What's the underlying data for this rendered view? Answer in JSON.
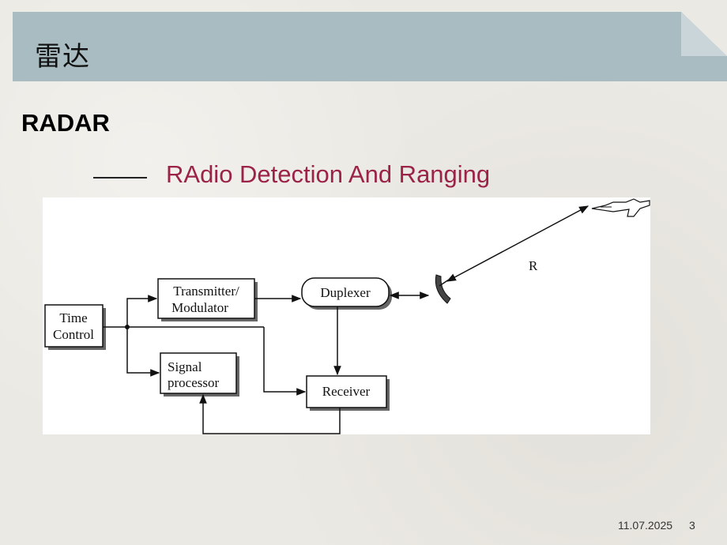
{
  "slide": {
    "title": "雷达",
    "heading": "RADAR",
    "subtitle": "RAdio Detection And Ranging",
    "footer_date": "11.07.2025",
    "footer_page": "3"
  },
  "diagram": {
    "blocks": {
      "time_control": [
        "Time",
        "Control"
      ],
      "transmitter": [
        "Transmitter/",
        "Modulator"
      ],
      "duplexer": "Duplexer",
      "signal_processor": [
        "Signal",
        "processor"
      ],
      "receiver": "Receiver"
    },
    "range_label": "R"
  },
  "colors": {
    "title_bar": "#a9bcc1",
    "subtitle": "#9b2348",
    "diagram_bg": "#ffffff"
  }
}
